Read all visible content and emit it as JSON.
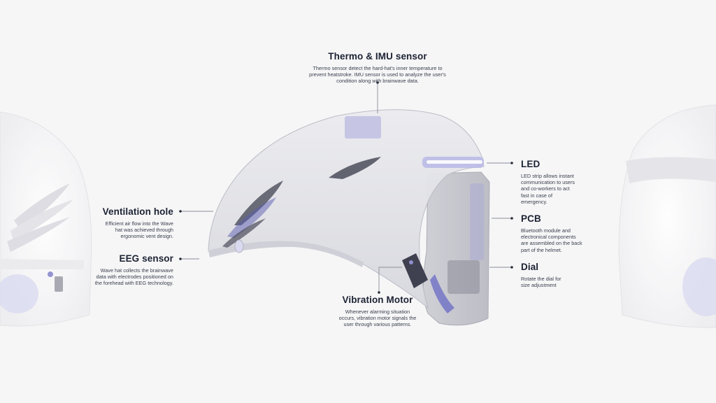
{
  "callouts": {
    "thermo": {
      "title": "Thermo & IMU sensor",
      "desc": "Thermo sensor detect the hard-hat's inner temperature to\nprevent heatstroke. IMU sensor is used to analyze the user's\ncondition along with brainwave data."
    },
    "ventilation": {
      "title": "Ventilation hole",
      "desc": "Efficient air flow into the Wave\nhat was achieved through\nergonomic vent design."
    },
    "eeg": {
      "title": "EEG sensor",
      "desc": "Wave hat collects the brainwave\ndata with electrodes positioned on\nthe forehead with EEG technology."
    },
    "led": {
      "title": "LED",
      "desc": "LED strip allows instant\ncommunication to users\nand co-workers to act\nfast in case of\nemergency."
    },
    "pcb": {
      "title": "PCB",
      "desc": "Bluetooth module and\nelectronical components\nare assembled on the back\npart of the helmet."
    },
    "dial": {
      "title": "Dial",
      "desc": "Rotate the dial for\nsize adjustment"
    },
    "vibration": {
      "title": "Vibration Motor",
      "desc": "Whenever alarming situation\noccurs, vibration motor signals the\nuser through various patterns."
    }
  },
  "colors": {
    "background": "#f6f6f7",
    "title": "#1c2233",
    "leader_line": "#8a8e98",
    "accent_purple": "#8f8fd0"
  }
}
